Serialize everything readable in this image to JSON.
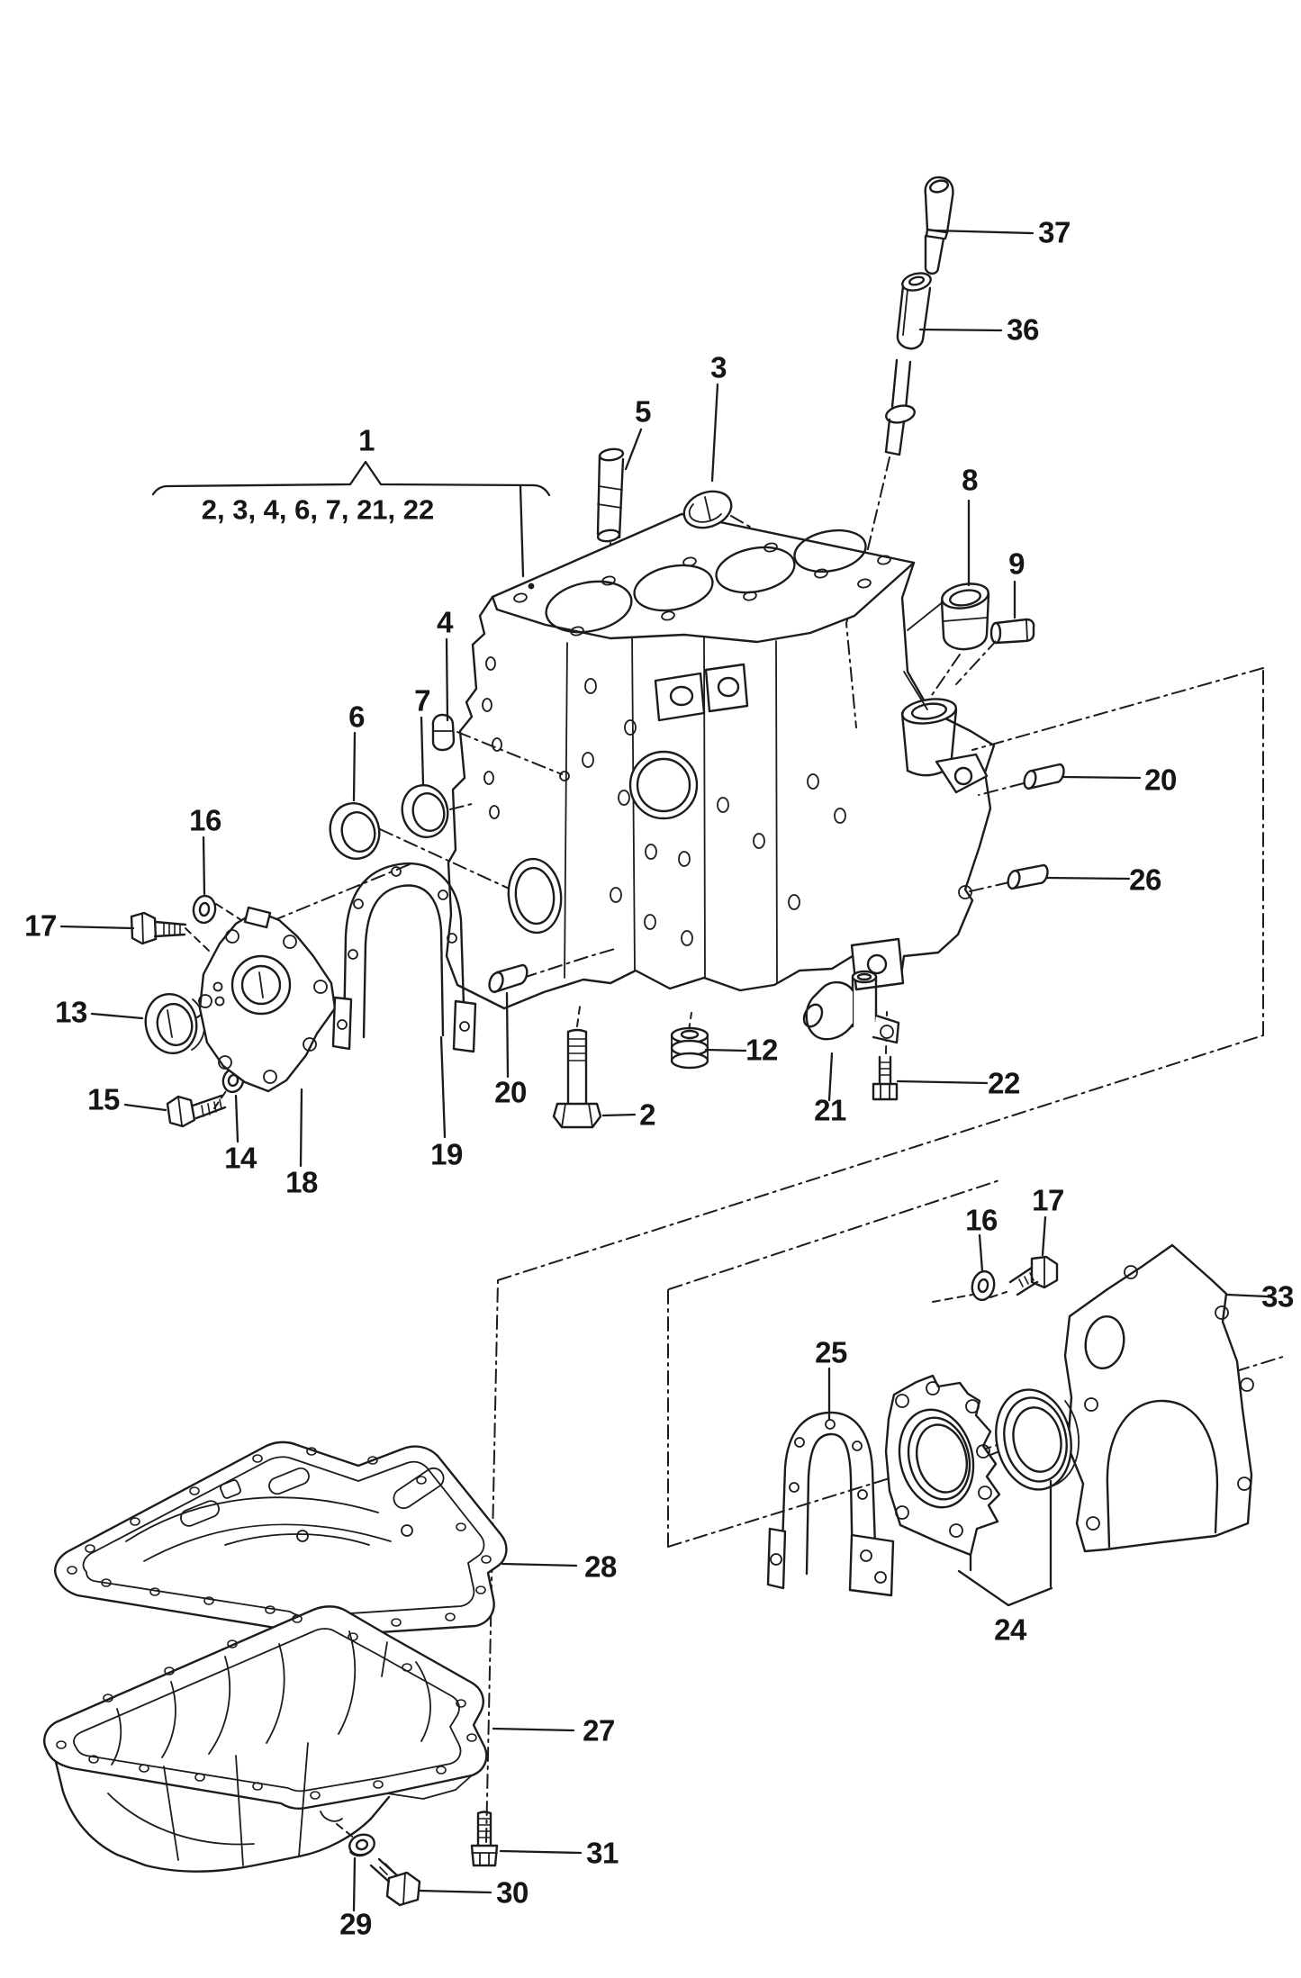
{
  "figure": {
    "type": "exploded-parts-diagram",
    "subject": "engine cylinder block with oil sump",
    "background_color": "#ffffff",
    "ink_color": "#1c1c1c"
  },
  "group_note": {
    "text": "2, 3, 4, 6, 7, 21, 22"
  },
  "callouts": [
    {
      "id": "37",
      "text": "37"
    },
    {
      "id": "36",
      "text": "36"
    },
    {
      "id": "1",
      "text": "1"
    },
    {
      "id": "group-note",
      "text": "2, 3, 4, 6, 7, 21, 22"
    },
    {
      "id": "3",
      "text": "3"
    },
    {
      "id": "5",
      "text": "5"
    },
    {
      "id": "4",
      "text": "4"
    },
    {
      "id": "7",
      "text": "7"
    },
    {
      "id": "6",
      "text": "6"
    },
    {
      "id": "8",
      "text": "8"
    },
    {
      "id": "9",
      "text": "9"
    },
    {
      "id": "16a",
      "text": "16"
    },
    {
      "id": "17a",
      "text": "17"
    },
    {
      "id": "13",
      "text": "13"
    },
    {
      "id": "15",
      "text": "15"
    },
    {
      "id": "14",
      "text": "14"
    },
    {
      "id": "18",
      "text": "18"
    },
    {
      "id": "19",
      "text": "19"
    },
    {
      "id": "20a",
      "text": "20"
    },
    {
      "id": "2",
      "text": "2"
    },
    {
      "id": "12",
      "text": "12"
    },
    {
      "id": "21",
      "text": "21"
    },
    {
      "id": "22",
      "text": "22"
    },
    {
      "id": "20b",
      "text": "20"
    },
    {
      "id": "26",
      "text": "26"
    },
    {
      "id": "16b",
      "text": "16"
    },
    {
      "id": "17b",
      "text": "17"
    },
    {
      "id": "33",
      "text": "33"
    },
    {
      "id": "25",
      "text": "25"
    },
    {
      "id": "24",
      "text": "24"
    },
    {
      "id": "28",
      "text": "28"
    },
    {
      "id": "27",
      "text": "27"
    },
    {
      "id": "31",
      "text": "31"
    },
    {
      "id": "30",
      "text": "30"
    },
    {
      "id": "29",
      "text": "29"
    }
  ]
}
